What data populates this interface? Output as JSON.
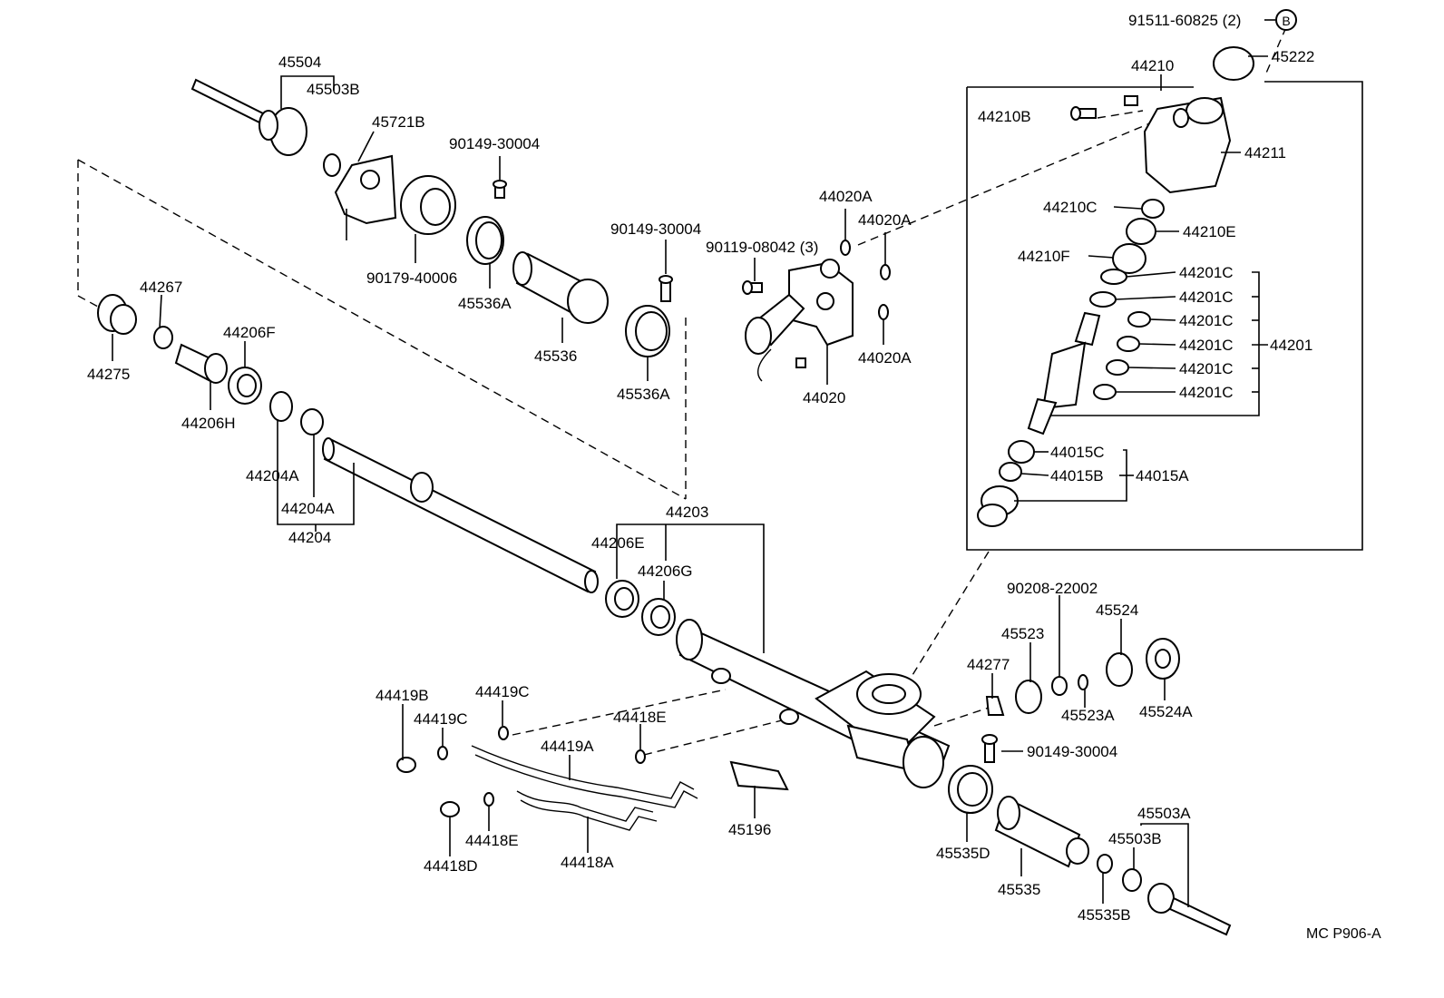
{
  "drawing_code": "MC P906-A",
  "ref_marker": "B",
  "labels": {
    "45504": "45504",
    "45503B_top": "45503B",
    "45721B": "45721B",
    "90149-30004_a": "90149-30004",
    "90179-40006": "90179-40006",
    "45536A_a": "45536A",
    "90149-30004_b": "90149-30004",
    "45536": "45536",
    "45536A_b": "45536A",
    "44267": "44267",
    "44275": "44275",
    "44206F": "44206F",
    "44206H": "44206H",
    "44204A_a": "44204A",
    "44204A_b": "44204A",
    "44204": "44204",
    "44203": "44203",
    "44206E": "44206E",
    "44206G": "44206G",
    "44020A_a": "44020A",
    "44020A_b": "44020A",
    "44020A_c": "44020A",
    "90119-08042": "90119-08042 (3)",
    "44020": "44020",
    "91511-60825": "91511-60825 (2)",
    "45222": "45222",
    "44210": "44210",
    "44210B": "44210B",
    "44211": "44211",
    "44210C": "44210C",
    "44210E": "44210E",
    "44210F": "44210F",
    "44201C_1": "44201C",
    "44201C_2": "44201C",
    "44201C_3": "44201C",
    "44201C_4": "44201C",
    "44201C_5": "44201C",
    "44201C_6": "44201C",
    "44201": "44201",
    "44015C": "44015C",
    "44015B": "44015B",
    "44015A": "44015A",
    "90208-22002": "90208-22002",
    "45523": "45523",
    "45524": "45524",
    "44277": "44277",
    "45523A": "45523A",
    "45524A": "45524A",
    "90149-30004_c": "90149-30004",
    "44419B": "44419B",
    "44419C_a": "44419C",
    "44419C_b": "44419C",
    "44418E_a": "44418E",
    "44419A": "44419A",
    "44418E_b": "44418E",
    "44418D": "44418D",
    "44418A": "44418A",
    "45196": "45196",
    "45535D": "45535D",
    "45535": "45535",
    "45503A": "45503A",
    "45503B_bottom": "45503B",
    "45535B": "45535B"
  }
}
